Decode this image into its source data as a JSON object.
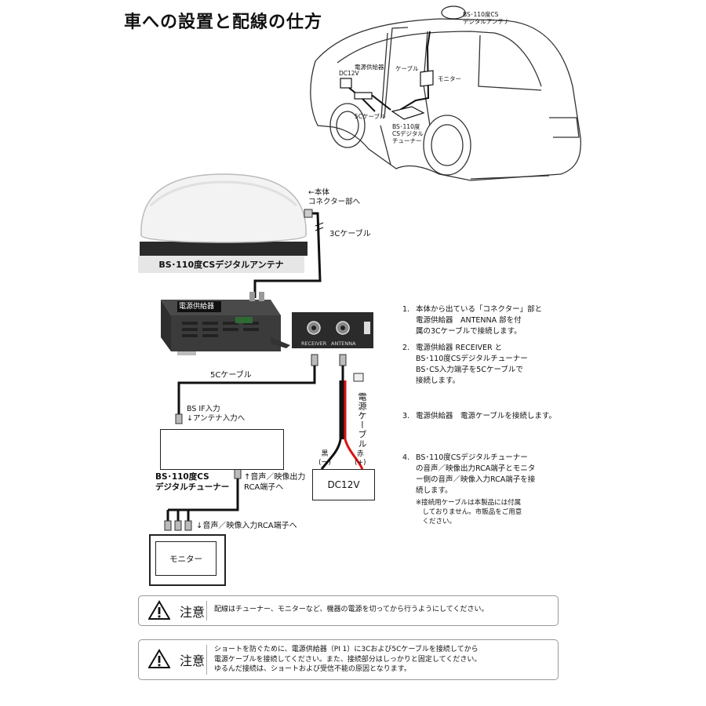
{
  "title": "車への設置と配線の仕方",
  "car_diagram": {
    "antenna": "BS･110度CS\nデジタルアンテナ",
    "power_supply": "電源供給器",
    "dc12v": "DC12V",
    "cable": "ケーブル",
    "monitor": "モニター",
    "cable5c": "5Cケーブル",
    "tuner": "BS･110度\nCSデジタル\nチューナー"
  },
  "wiring": {
    "to_connector": "←本体\nコネクター部へ",
    "cable3c": "3Cケーブル",
    "antenna_caption": "BS･110度CSデジタルアンテナ",
    "power_supply_panel": "電源供給器",
    "receiver_port": "RECEIVER",
    "antenna_port": "ANTENNA",
    "cable5c": "5Cケーブル",
    "bs_if_input": "BS IF入力\n↓アンテナ入力へ",
    "tuner_label": "BS･110度CS\nデジタルチューナー",
    "rca_out": "↑音声／映像出力\nRCA端子へ",
    "rca_in": "↓音声／映像入力RCA端子へ",
    "monitor": "モニター",
    "power_cable": "電源ケーブル",
    "black": "黒\n(ー)",
    "red": "赤\n(+)",
    "dc12v": "DC12V"
  },
  "steps": [
    {
      "num": "1.",
      "text": "本体から出ている「コネクター」部と\n電源供給器　ANTENNA 部を付\n属の3Cケーブルで接続します。"
    },
    {
      "num": "2.",
      "text": "電源供給器 RECEIVER と\nBS･110度CSデジタルチューナー\nBS･CS入力端子を5Cケーブルで\n接続します。"
    },
    {
      "num": "3.",
      "text": "電源供給器　電源ケーブルを接続します。"
    },
    {
      "num": "4.",
      "text": "BS･110度CSデジタルチューナー\nの音声／映像出力RCA端子とモニタ\nー側の音声／映像入力RCA端子を接\n続します。"
    }
  ],
  "step_note": "※接続用ケーブルは本製品には付属\n　しておりません。市販品をご用意\n　ください。",
  "cautions": [
    {
      "heading": "注意",
      "text": "配線はチューナー、モニターなど、機器の電源を切ってから行うようにしてください。"
    },
    {
      "heading": "注意",
      "text": "ショートを防ぐために、電源供給器（PI 1）に3Cおよび5Cケーブルを接続してから\n電源ケーブルを接続してください。また、接続部分はしっかりと固定してください。\nゆるんだ接続は、ショートおよび受信不能の原因となります。"
    }
  ],
  "icons": [
    "warning-triangle-icon",
    "antenna-dome-icon",
    "car-outline-icon",
    "connector-plug-icon"
  ]
}
